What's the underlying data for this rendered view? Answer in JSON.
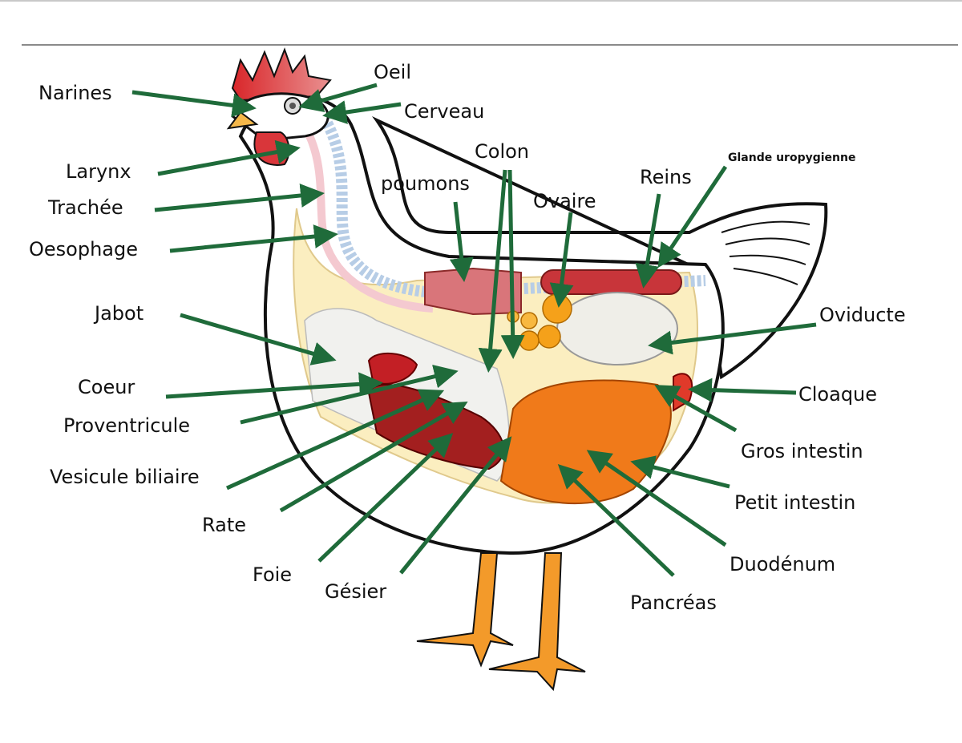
{
  "title": "Anatomie de la poule",
  "labels": {
    "narines": "Narines",
    "oeil": "Oeil",
    "cerveau": "Cerveau",
    "larynx": "Larynx",
    "trachee": "Trachée",
    "oesophage": "Oesophage",
    "colon": "Colon",
    "poumons": "poumons",
    "ovaire": "Ovaire",
    "reins": "Reins",
    "glande": "Glande uropygienne",
    "jabot": "Jabot",
    "oviducte": "Oviducte",
    "coeur": "Coeur",
    "proventricule": "Proventricule",
    "cloaque": "Cloaque",
    "gros_intestin": "Gros intestin",
    "vesicule": "Vesicule biliaire",
    "petit_intestin": "Petit intestin",
    "rate": "Rate",
    "duodenum": "Duodénum",
    "foie": "Foie",
    "gesier": "Gésier",
    "pancreas": "Pancréas"
  },
  "colors": {
    "arrow": "#1f6b3a",
    "comb": "#d9363a",
    "body_inner": "#fbeec0",
    "liver": "#a31f1f",
    "intestine": "#f07a1a",
    "legs": "#f39a2a"
  }
}
